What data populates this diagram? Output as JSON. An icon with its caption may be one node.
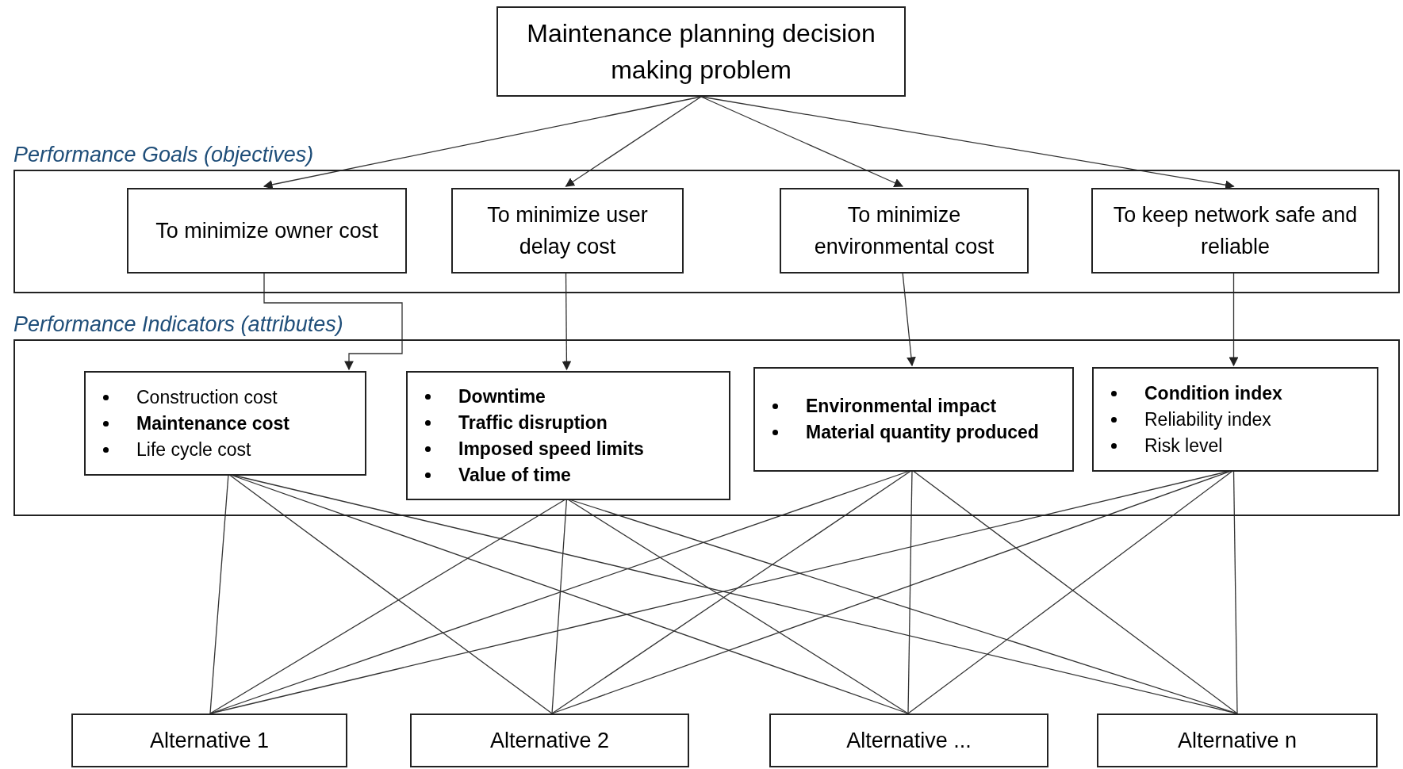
{
  "diagram": {
    "nodes": [
      {
        "text": [
          "Maintenance planning decision making problem"
        ]
      },
      {
        "text": [
          "Performance Goals (objectives)"
        ]
      },
      {
        "text": [
          "To minimize owner cost"
        ],
        "in": 1
      },
      {
        "text": [
          "To minimize user delay cost"
        ],
        "in": 1
      },
      {
        "text": [
          "To minimize environmental cost"
        ],
        "in": 1
      },
      {
        "text": [
          "To keep network safe and reliable"
        ],
        "in": 1
      },
      {
        "text": [
          "Performance Indicators (attributes)"
        ]
      },
      {
        "text": [
          "Construction cost",
          "**Maintenance cost**",
          "Life cycle cost"
        ],
        "in": 6
      },
      {
        "text": [
          "**Downtime**",
          "**Traffic disruption**",
          "**Imposed speed limits**",
          "**Value of time**"
        ],
        "in": 6
      },
      {
        "text": [
          "**Environmental impact**",
          "**Material quantity produced**"
        ],
        "in": 6
      },
      {
        "text": [
          "**Condition index**",
          "Reliability index",
          "Risk level"
        ],
        "in": 6
      },
      {
        "text": [
          "Alternative 1"
        ]
      },
      {
        "text": [
          "Alternative 2"
        ]
      },
      {
        "text": [
          "Alternative ..."
        ]
      },
      {
        "text": [
          "Alternative n"
        ]
      }
    ],
    "edges": [
      {
        "from": 0,
        "to": 2,
        "arrow": "to"
      },
      {
        "from": 0,
        "to": 3,
        "arrow": "to"
      },
      {
        "from": 0,
        "to": 4,
        "arrow": "to"
      },
      {
        "from": 0,
        "to": 5,
        "arrow": "to"
      },
      {
        "from": 2,
        "to": 7,
        "arrow": "to"
      },
      {
        "from": 3,
        "to": 8,
        "arrow": "to"
      },
      {
        "from": 4,
        "to": 9,
        "arrow": "to"
      },
      {
        "from": 5,
        "to": 10,
        "arrow": "to"
      },
      {
        "from": 7,
        "to": 11,
        "arrow": "none"
      },
      {
        "from": 7,
        "to": 12,
        "arrow": "none"
      },
      {
        "from": 7,
        "to": 13,
        "arrow": "none"
      },
      {
        "from": 7,
        "to": 14,
        "arrow": "none"
      },
      {
        "from": 8,
        "to": 11,
        "arrow": "none"
      },
      {
        "from": 8,
        "to": 12,
        "arrow": "none"
      },
      {
        "from": 8,
        "to": 13,
        "arrow": "none"
      },
      {
        "from": 8,
        "to": 14,
        "arrow": "none"
      },
      {
        "from": 9,
        "to": 11,
        "arrow": "none"
      },
      {
        "from": 9,
        "to": 12,
        "arrow": "none"
      },
      {
        "from": 9,
        "to": 13,
        "arrow": "none"
      },
      {
        "from": 9,
        "to": 14,
        "arrow": "none"
      },
      {
        "from": 10,
        "to": 11,
        "arrow": "none"
      },
      {
        "from": 10,
        "to": 12,
        "arrow": "none"
      },
      {
        "from": 10,
        "to": 13,
        "arrow": "none"
      },
      {
        "from": 10,
        "to": 14,
        "arrow": "none"
      }
    ]
  }
}
